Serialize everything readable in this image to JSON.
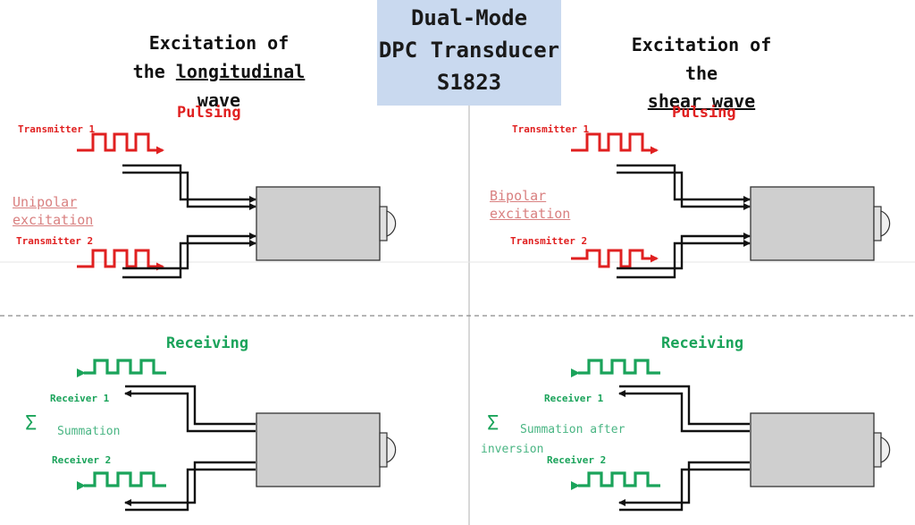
{
  "title": {
    "line1": "Dual-Mode",
    "line2": "DPC Transducer",
    "line3": "S1823"
  },
  "left": {
    "heading_line1": "Excitation of",
    "heading_line2_prefix": "the ",
    "heading_line2_underlined": "longitudinal",
    "heading_line3": "wave",
    "pulsing": "Pulsing",
    "transmitter1": "Transmitter 1",
    "transmitter2": "Transmitter 2",
    "excitation_line1": "Unipolar",
    "excitation_line2": "excitation",
    "receiving": "Receiving",
    "receiver1": "Receiver 1",
    "receiver2": "Receiver 2",
    "sigma": "Σ",
    "summation": "Summation"
  },
  "right": {
    "heading_line1": "Excitation of",
    "heading_line2": "the",
    "heading_line3": "shear wave",
    "pulsing": "Pulsing",
    "transmitter1": "Transmitter 1",
    "transmitter2": "Transmitter 2",
    "excitation_line1": "Bipolar",
    "excitation_line2": "excitation",
    "receiving": "Receiving",
    "receiver1": "Receiver 1",
    "receiver2": "Receiver 2",
    "sigma": "Σ",
    "summation_line1": "Summation after",
    "summation_line2": "inversion"
  },
  "colors": {
    "transmit": "#e02020",
    "receive": "#1aa35a",
    "title_bg": "#c9d9ef",
    "transducer": "#cfcfcf"
  }
}
